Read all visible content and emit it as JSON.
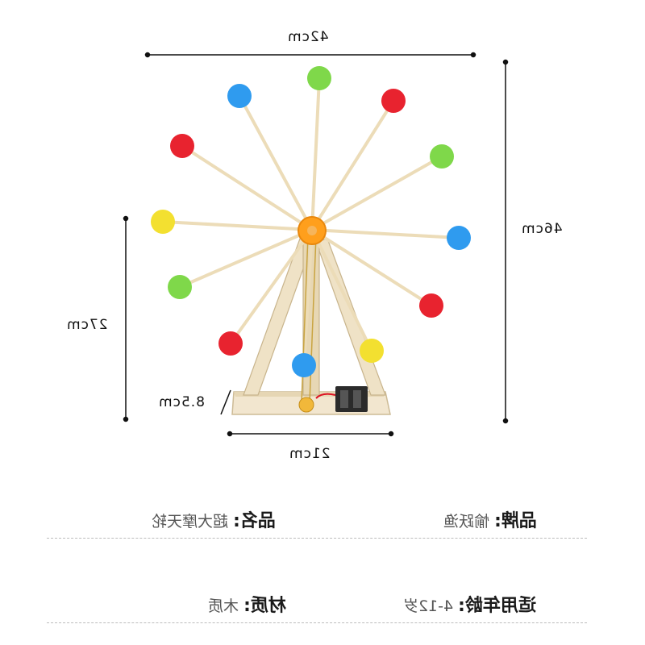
{
  "dimensions": {
    "width": "42cm",
    "height": "46cm",
    "stand_height": "27cm",
    "base_width": "21cm",
    "base_depth": "8.5cm"
  },
  "specs": {
    "brand_label": "品牌:",
    "brand_value": "愉跃渔",
    "name_label": "品名:",
    "name_value": "超大摩天轮",
    "age_label": "适用年龄:",
    "age_value": "4-12岁",
    "material_label": "材质:",
    "material_value": "木质"
  },
  "colors": {
    "cup_colors": [
      "#2f9bef",
      "#7fd84a",
      "#e8232f",
      "#f3e030",
      "#ff9f1c"
    ],
    "hub": "#ff9f1c",
    "sticks": "#ecdcb8"
  }
}
